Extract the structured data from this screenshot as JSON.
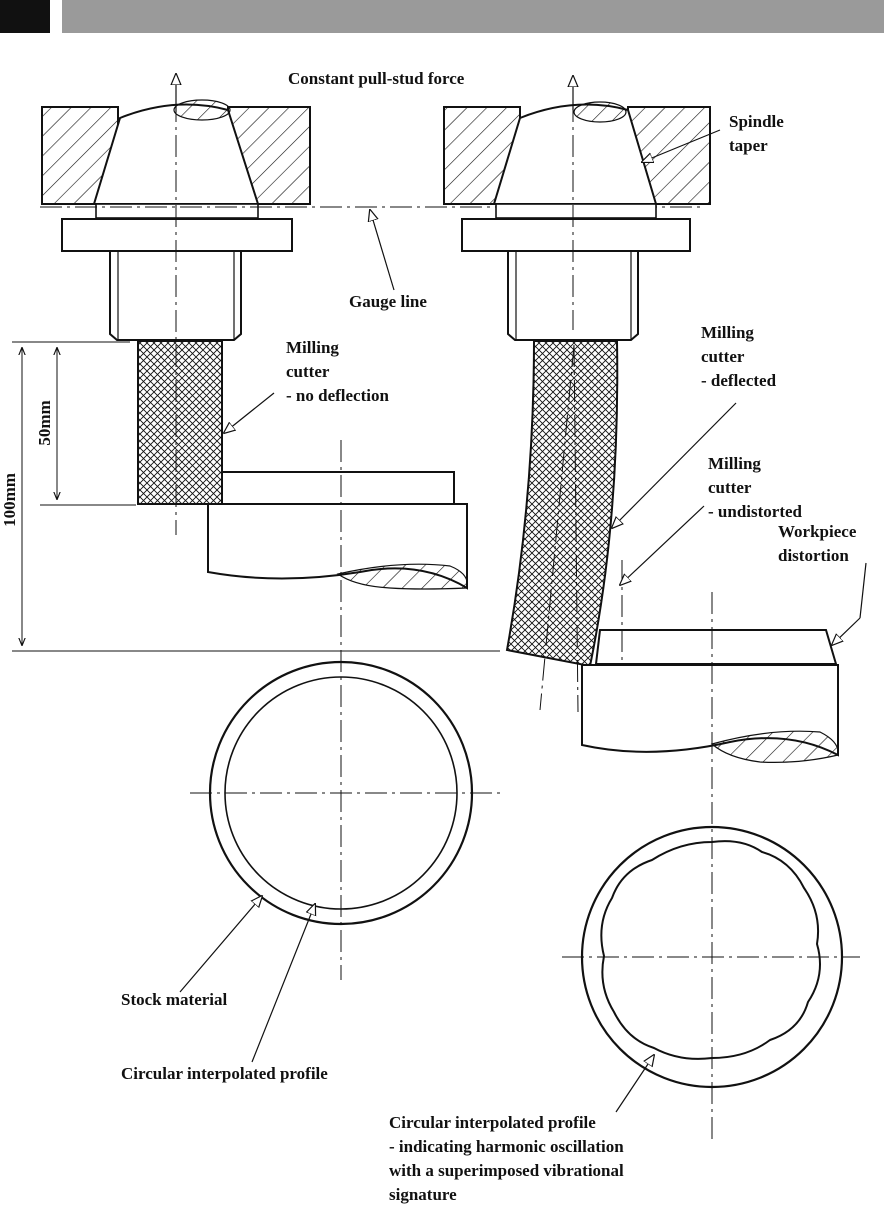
{
  "header": {
    "accent": "#111111",
    "band": "#9a9a9a"
  },
  "labels": {
    "top_force": "Constant pull-stud force",
    "spindle_taper": [
      "Spindle",
      "taper"
    ],
    "gauge_line": "Gauge line",
    "cutter_no_deflection": [
      "Milling",
      "cutter",
      "- no deflection"
    ],
    "cutter_deflected": [
      "Milling",
      "cutter",
      "- deflected"
    ],
    "cutter_undistorted": [
      "Milling",
      "cutter",
      "- undistorted"
    ],
    "workpiece_distortion": [
      "Workpiece",
      "distortion"
    ],
    "dim_50": "50mm",
    "dim_100": "100mm",
    "stock_material": "Stock material",
    "circular_profile": "Circular interpolated profile",
    "harmonic_profile": [
      "Circular interpolated profile",
      "- indicating harmonic oscillation",
      "with a superimposed vibrational",
      "signature"
    ]
  }
}
